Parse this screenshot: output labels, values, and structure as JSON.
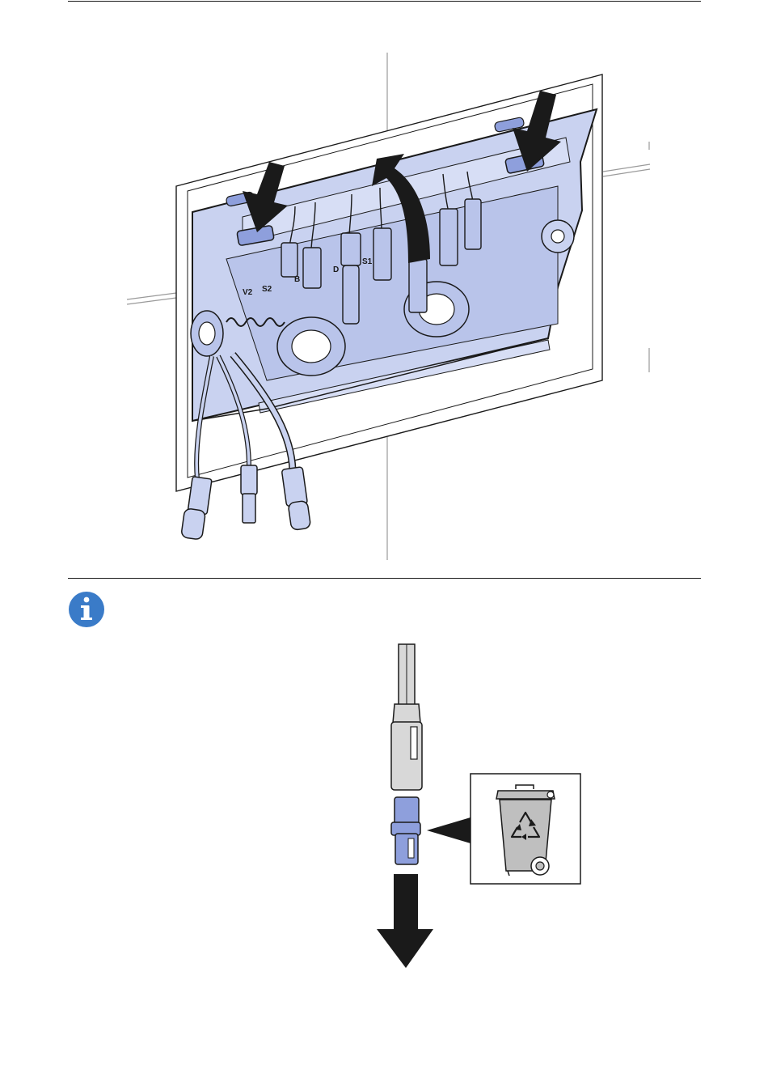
{
  "figure_top": {
    "connector_labels": [
      "V2",
      "S2",
      "B",
      "D",
      "S1"
    ]
  },
  "info_note": {
    "icon": "info-icon",
    "icon_color": "#3a7bc8"
  },
  "figure_bottom": {
    "recycle_icon": "recycle-bin-icon",
    "plug_color": "#8e9fdc"
  },
  "colors": {
    "panel_blue": "#c9d2f0",
    "accent_blue": "#8e9fdc",
    "line": "#1a1a1a"
  }
}
